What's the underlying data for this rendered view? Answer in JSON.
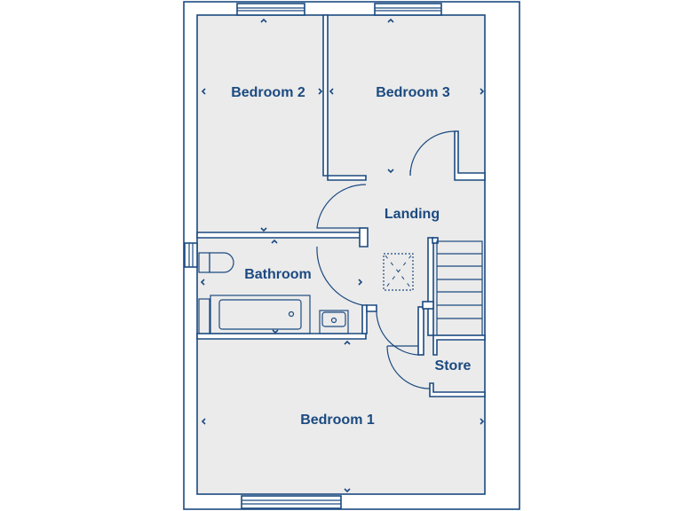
{
  "plan": {
    "rooms": [
      {
        "id": "bedroom-2",
        "label": "Bedroom 2"
      },
      {
        "id": "bedroom-3",
        "label": "Bedroom 3"
      },
      {
        "id": "landing",
        "label": "Landing"
      },
      {
        "id": "bathroom",
        "label": "Bathroom"
      },
      {
        "id": "store",
        "label": "Store"
      },
      {
        "id": "bedroom-1",
        "label": "Bedroom 1"
      }
    ],
    "colors": {
      "wall": "#1b4a80",
      "floor": "#ebebeb",
      "background": "#ffffff"
    }
  }
}
